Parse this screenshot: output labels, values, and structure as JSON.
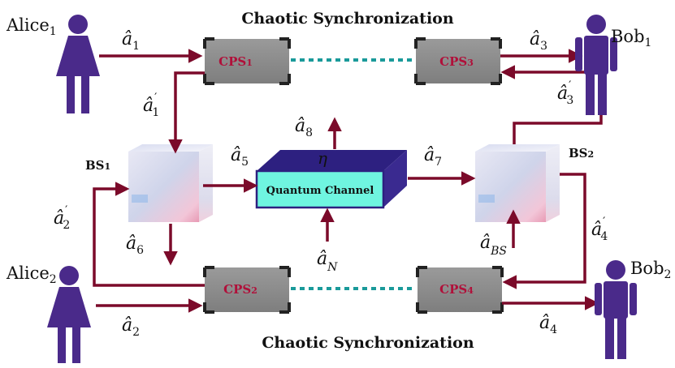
{
  "titles": {
    "top": "Chaotic Synchronization",
    "bottom": "Chaotic Synchronization"
  },
  "people": {
    "alice1": {
      "name": "Alice",
      "sub": "1"
    },
    "alice2": {
      "name": "Alice",
      "sub": "2"
    },
    "bob1": {
      "name": "Bob",
      "sub": "1"
    },
    "bob2": {
      "name": "Bob",
      "sub": "2"
    }
  },
  "cps": {
    "cps1": "CPS",
    "cps1_sub": "1",
    "cps2": "CPS",
    "cps2_sub": "2",
    "cps3": "CPS",
    "cps3_sub": "3",
    "cps4": "CPS",
    "cps4_sub": "4"
  },
  "beamsplitters": {
    "bs1": "BS",
    "bs1_sub": "1",
    "bs2": "BS",
    "bs2_sub": "2"
  },
  "channel": {
    "label": "Quantum Channel",
    "eta": "η"
  },
  "operators": {
    "a1": {
      "base": "â",
      "sub": "1",
      "prime": ""
    },
    "a1p": {
      "base": "â",
      "sub": "1",
      "prime": "′"
    },
    "a2": {
      "base": "â",
      "sub": "2",
      "prime": ""
    },
    "a2p": {
      "base": "â",
      "sub": "2",
      "prime": "′"
    },
    "a3": {
      "base": "â",
      "sub": "3",
      "prime": ""
    },
    "a3p": {
      "base": "â",
      "sub": "3",
      "prime": "′"
    },
    "a4": {
      "base": "â",
      "sub": "4",
      "prime": ""
    },
    "a4p": {
      "base": "â",
      "sub": "4",
      "prime": "′"
    },
    "a5": {
      "base": "â",
      "sub": "5",
      "prime": ""
    },
    "a6": {
      "base": "â",
      "sub": "6",
      "prime": ""
    },
    "a7": {
      "base": "â",
      "sub": "7",
      "prime": ""
    },
    "a8": {
      "base": "â",
      "sub": "8",
      "prime": ""
    },
    "aN": {
      "base": "â",
      "sub": "N",
      "prime": ""
    },
    "aBS": {
      "base": "â",
      "sub": "BS",
      "prime": ""
    }
  },
  "colors": {
    "arrow": "#7b0a2a",
    "person": "#4a2a8a",
    "sync": "#1a9a9a",
    "cps_text": "#b0103a",
    "channel_front": "#6ff5e0",
    "channel_top": "#4a3aa0",
    "cps_box": "#8a8a8a"
  }
}
